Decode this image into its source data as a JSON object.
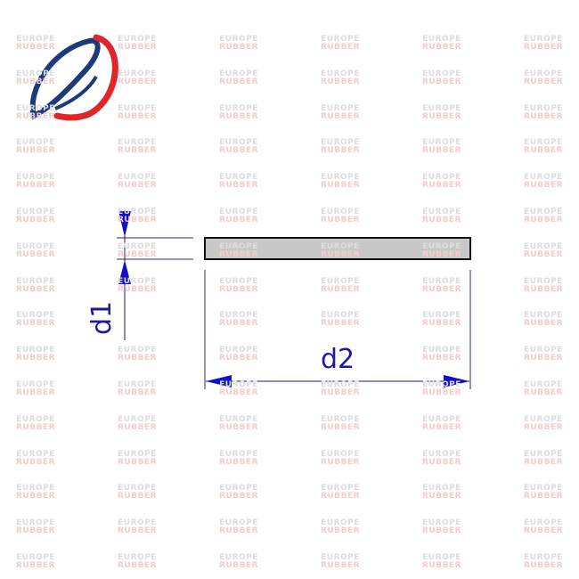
{
  "watermark": {
    "line1": "EUROPE",
    "line2": "RUBBER"
  },
  "logo": {
    "name": "Europe Rubber logo",
    "colors": {
      "blue": "#1d3a7a",
      "red": "#e0262b"
    }
  },
  "diagram": {
    "title": "Flat washer / gasket cross-section",
    "dimensions": [
      {
        "label": "d1",
        "meaning": "thickness"
      },
      {
        "label": "d2",
        "meaning": "diameter"
      }
    ],
    "colors": {
      "dimension": "#1010c8",
      "part_fill": "#c8c8c8",
      "outline": "#111111"
    }
  }
}
